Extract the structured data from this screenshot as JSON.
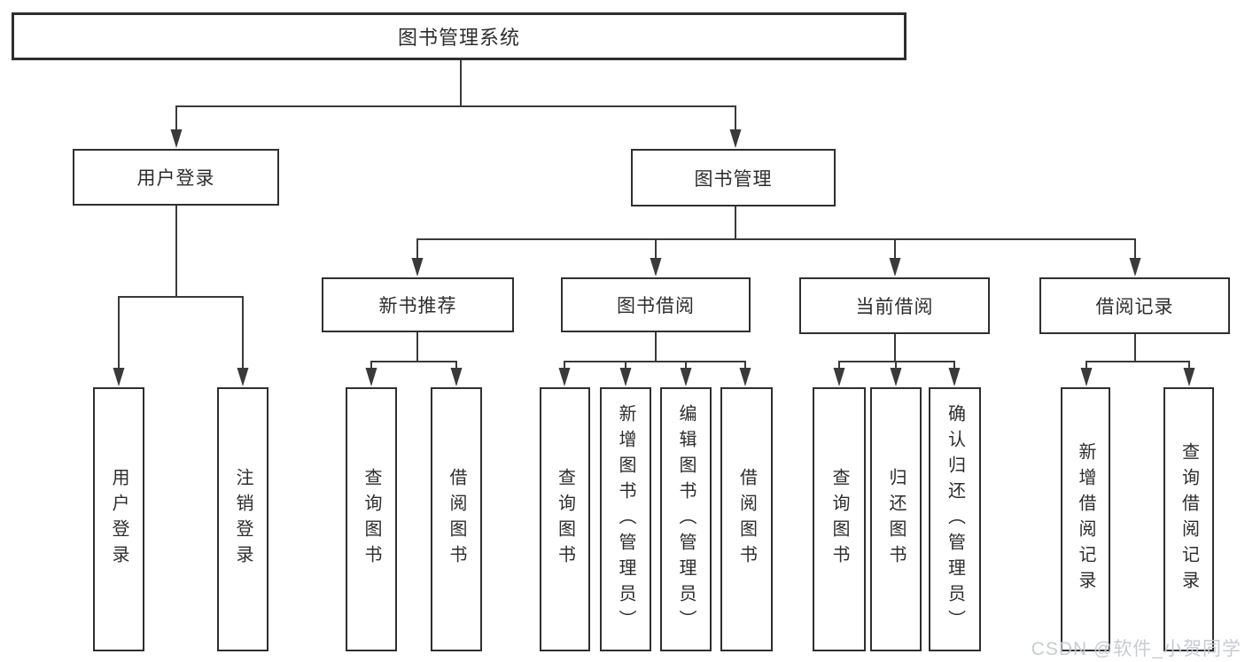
{
  "colors": {
    "line": "#3a3a3a",
    "box_border": "#2f2f2f",
    "box_fill": "#ffffff",
    "text": "#2d2d2d",
    "watermark": "#c6c9ce",
    "background": "#ffffff"
  },
  "watermark": {
    "text": "CSDN @软件_小贺同学"
  },
  "tree": {
    "label": "图书管理系统",
    "children": [
      {
        "label": "用户登录",
        "children": [
          {
            "label": "用户登录"
          },
          {
            "label": "注销登录"
          }
        ]
      },
      {
        "label": "图书管理",
        "children": [
          {
            "label": "新书推荐",
            "children": [
              {
                "label": "查询图书"
              },
              {
                "label": "借阅图书"
              }
            ]
          },
          {
            "label": "图书借阅",
            "children": [
              {
                "label": "查询图书"
              },
              {
                "label": "新增图书（管理员）"
              },
              {
                "label": "编辑图书（管理员）"
              },
              {
                "label": "借阅图书"
              }
            ]
          },
          {
            "label": "当前借阅",
            "children": [
              {
                "label": "查询图书"
              },
              {
                "label": "归还图书"
              },
              {
                "label": "确认归还（管理员）"
              }
            ]
          },
          {
            "label": "借阅记录",
            "children": [
              {
                "label": "新增借阅记录"
              },
              {
                "label": "查询借阅记录"
              }
            ]
          }
        ]
      }
    ]
  }
}
